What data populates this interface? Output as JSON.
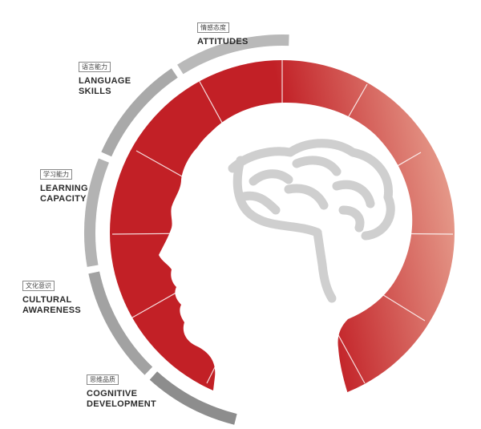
{
  "segments": [
    {
      "zh": "情感态度",
      "en": "ATTITUDES",
      "shade": "#b9b9b9"
    },
    {
      "zh": "语言能力",
      "en": "LANGUAGE\nSKILLS",
      "shade": "#a9a9a9"
    },
    {
      "zh": "学习能力",
      "en": "LEARNING\nCAPACITY",
      "shade": "#b3b3b3"
    },
    {
      "zh": "文化意识",
      "en": "CULTURAL\nAWARENESS",
      "shade": "#a2a2a2"
    },
    {
      "zh": "思维品质",
      "en": "COGNITIVE\nDEVELOPMENT",
      "shade": "#8d8d8d"
    }
  ],
  "colors": {
    "ring_dark": "#c22026",
    "ring_light": "#e7a08f",
    "brain": "#cfcfcf",
    "silhouette": "#ffffff"
  }
}
